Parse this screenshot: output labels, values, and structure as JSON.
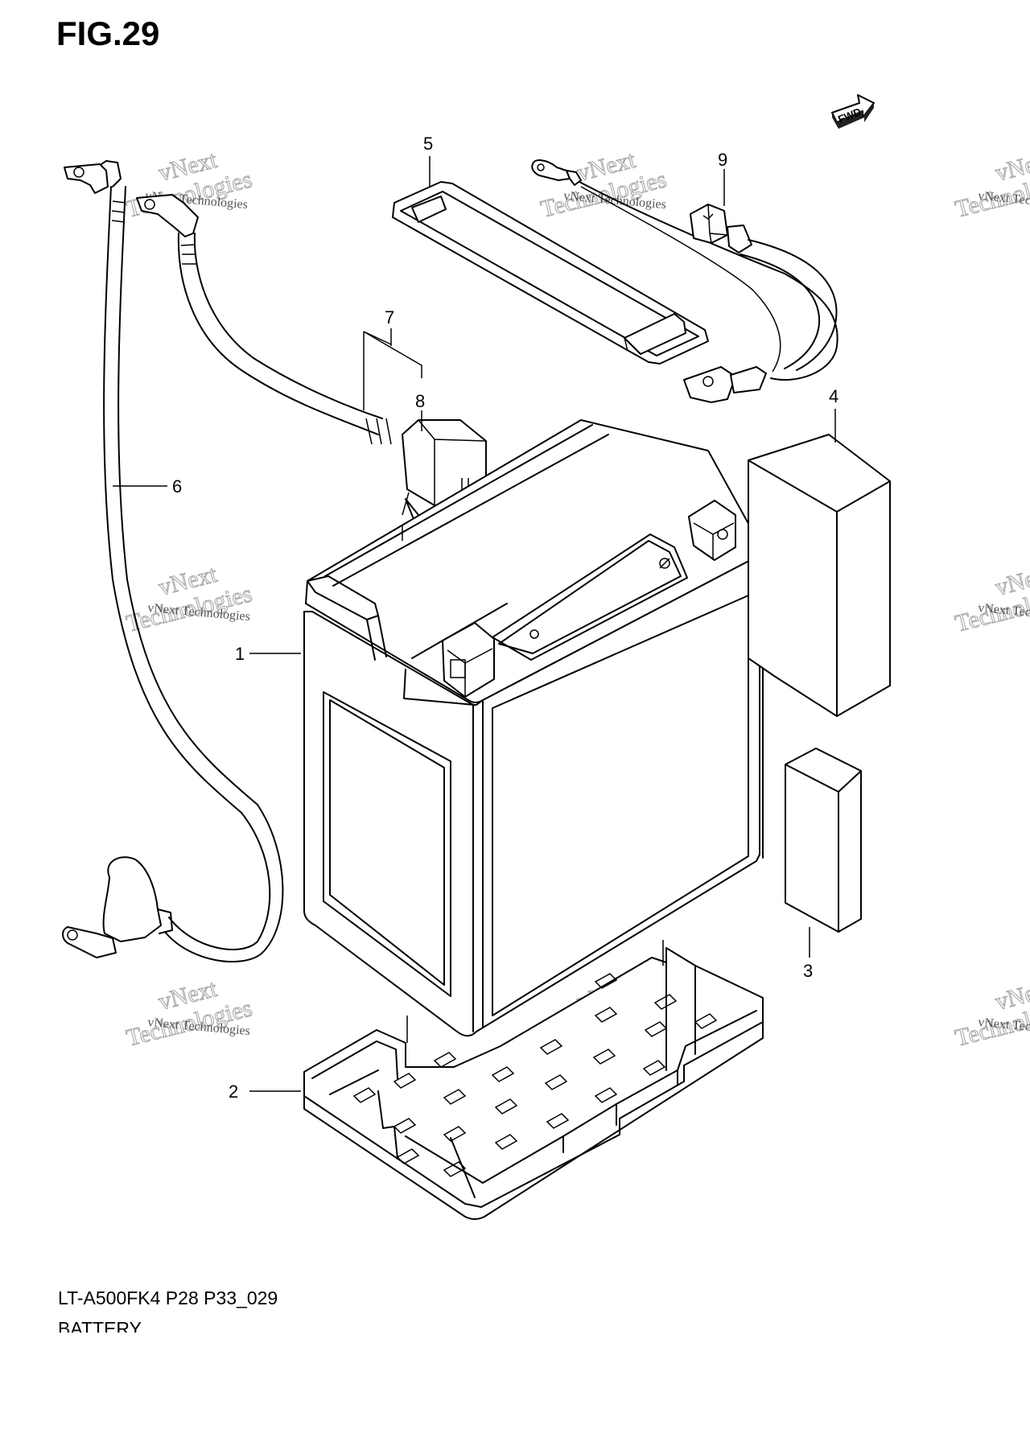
{
  "figure": {
    "title": "FIG.29",
    "code": "LT-A500FK4 P28 P33_029",
    "section": "BATTERY",
    "fwd_label": "FWD"
  },
  "callouts": [
    {
      "id": "1",
      "label": "1"
    },
    {
      "id": "2",
      "label": "2"
    },
    {
      "id": "3",
      "label": "3"
    },
    {
      "id": "4",
      "label": "4"
    },
    {
      "id": "5",
      "label": "5"
    },
    {
      "id": "6",
      "label": "6"
    },
    {
      "id": "7",
      "label": "7"
    },
    {
      "id": "8",
      "label": "8"
    },
    {
      "id": "9",
      "label": "9"
    }
  ],
  "watermark": {
    "line1": "vNext",
    "line2": "Technologies",
    "small": "vNext Technologies"
  }
}
